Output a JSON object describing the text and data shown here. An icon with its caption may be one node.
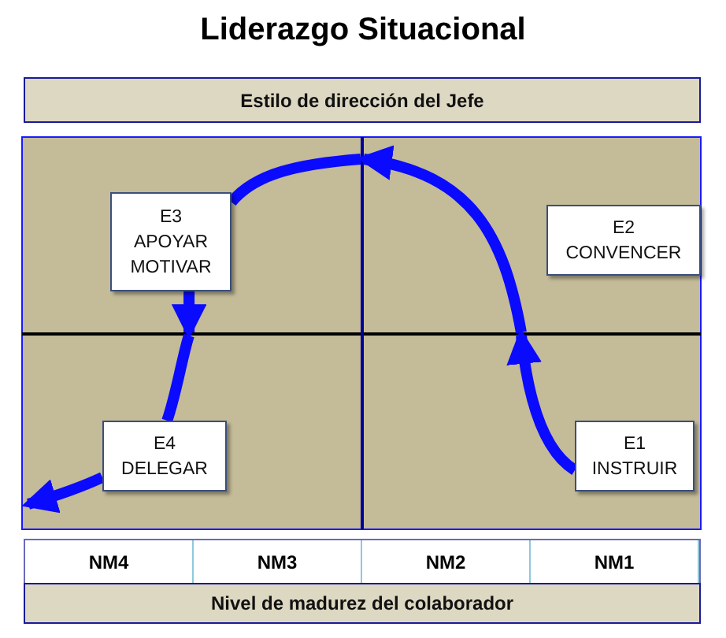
{
  "diagram": {
    "title": "Liderazgo Situacional",
    "nodes": [
      {
        "text": [
          "Estilo de dirección del Jefe"
        ]
      },
      {
        "text": [
          "E3",
          "APOYAR MOTIVAR"
        ]
      },
      {
        "text": [
          "E2",
          "CONVENCER"
        ]
      },
      {
        "text": [
          "E4",
          "DELEGAR"
        ]
      },
      {
        "text": [
          "E1",
          "INSTRUIR"
        ]
      },
      {
        "text": [
          "Nivel de madurez del colaborador"
        ]
      },
      {
        "text": [],
        "shape": "bar"
      },
      {
        "text": [],
        "shape": "bar"
      }
    ],
    "edges": [
      {
        "from": 4,
        "to": 6,
        "arrow": "to"
      },
      {
        "from": 6,
        "to": 7,
        "arrow": "to"
      },
      {
        "from": 7,
        "to": 1,
        "arrow": "none"
      },
      {
        "from": 1,
        "to": 6,
        "arrow": "to"
      },
      {
        "from": 6,
        "to": 3,
        "arrow": "none"
      },
      {
        "from": 3,
        "to": null,
        "arrow": "to"
      }
    ],
    "labels": [
      "NM4",
      "NM3",
      "NM2",
      "NM1"
    ]
  }
}
